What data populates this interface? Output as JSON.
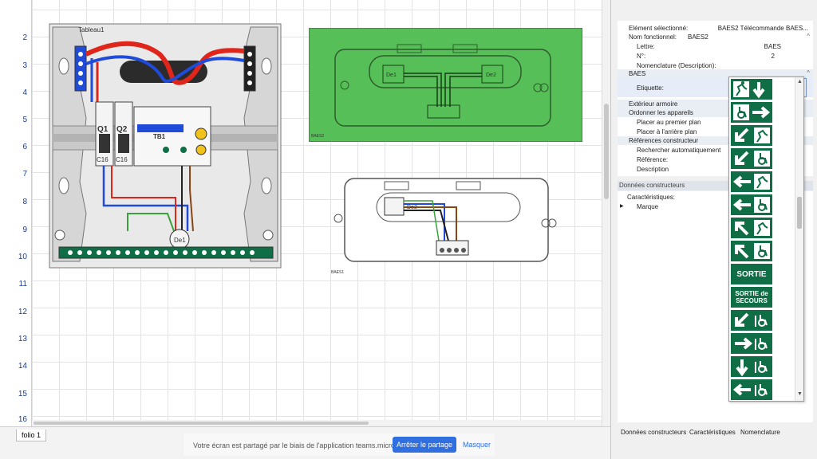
{
  "ruler": {
    "labels": [
      "2",
      "3",
      "4",
      "5",
      "6",
      "7",
      "8",
      "9",
      "10",
      "11",
      "12",
      "13",
      "14",
      "15",
      "16"
    ]
  },
  "canvas": {
    "tableau_label": "Tableau1",
    "q1": "Q1",
    "q2": "Q2",
    "c16a": "C16",
    "c16b": "C16",
    "tb1": "TB1",
    "de1": "De1",
    "de2_top": "De2",
    "de1_top": "De1",
    "de2_bottom": "De2",
    "baes2_label": "BAES2",
    "baes1_label": "BAES1"
  },
  "bottom": {
    "folio": "folio 1",
    "notice": "Votre écran est partagé par le biais de l'application teams.microsoft.com.",
    "stop": "Arrêter le partage",
    "hide": "Masquer"
  },
  "props": {
    "selected_key": "Elément sélectionné:",
    "selected_val": "BAES2 Télécommande BAES...",
    "functional_key": "Nom fonctionnel:",
    "functional_val": "BAES2",
    "lettre_key": "Lettre:",
    "lettre_val": "BAES",
    "num_key": "N°:",
    "num_val": "2",
    "nomenclature_key": "Nomenclature (Description):",
    "baes_section": "BAES",
    "etiquette_key": "Etiquette:",
    "exterieur": "Extérieur armoire",
    "ordonner": "Ordonner les appareils",
    "premier": "Placer au premier plan",
    "arriere": "Placer à l'arrière plan",
    "refs": "Références constructeur",
    "rechercher": "Rechercher automatiquement",
    "reference": "Référence:",
    "description": "Description"
  },
  "constructeur": {
    "header": "Données constructeurs",
    "caracteristiques": "Caractéristiques:",
    "marque": "Marque"
  },
  "tabs": [
    "Données constructeurs",
    "Caractéristiques",
    "Nomenclature"
  ],
  "picto": {
    "sortie": "SORTIE",
    "sortie_de": "SORTIE de",
    "secours": "SECOURS",
    "green": "#0f6e46"
  },
  "colors": {
    "baes2_fill": "#57bf57",
    "wire_red": "#e0261b",
    "wire_blue": "#1f4bd8",
    "wire_green": "#3aa23a",
    "accent": "#2f6fe0"
  }
}
